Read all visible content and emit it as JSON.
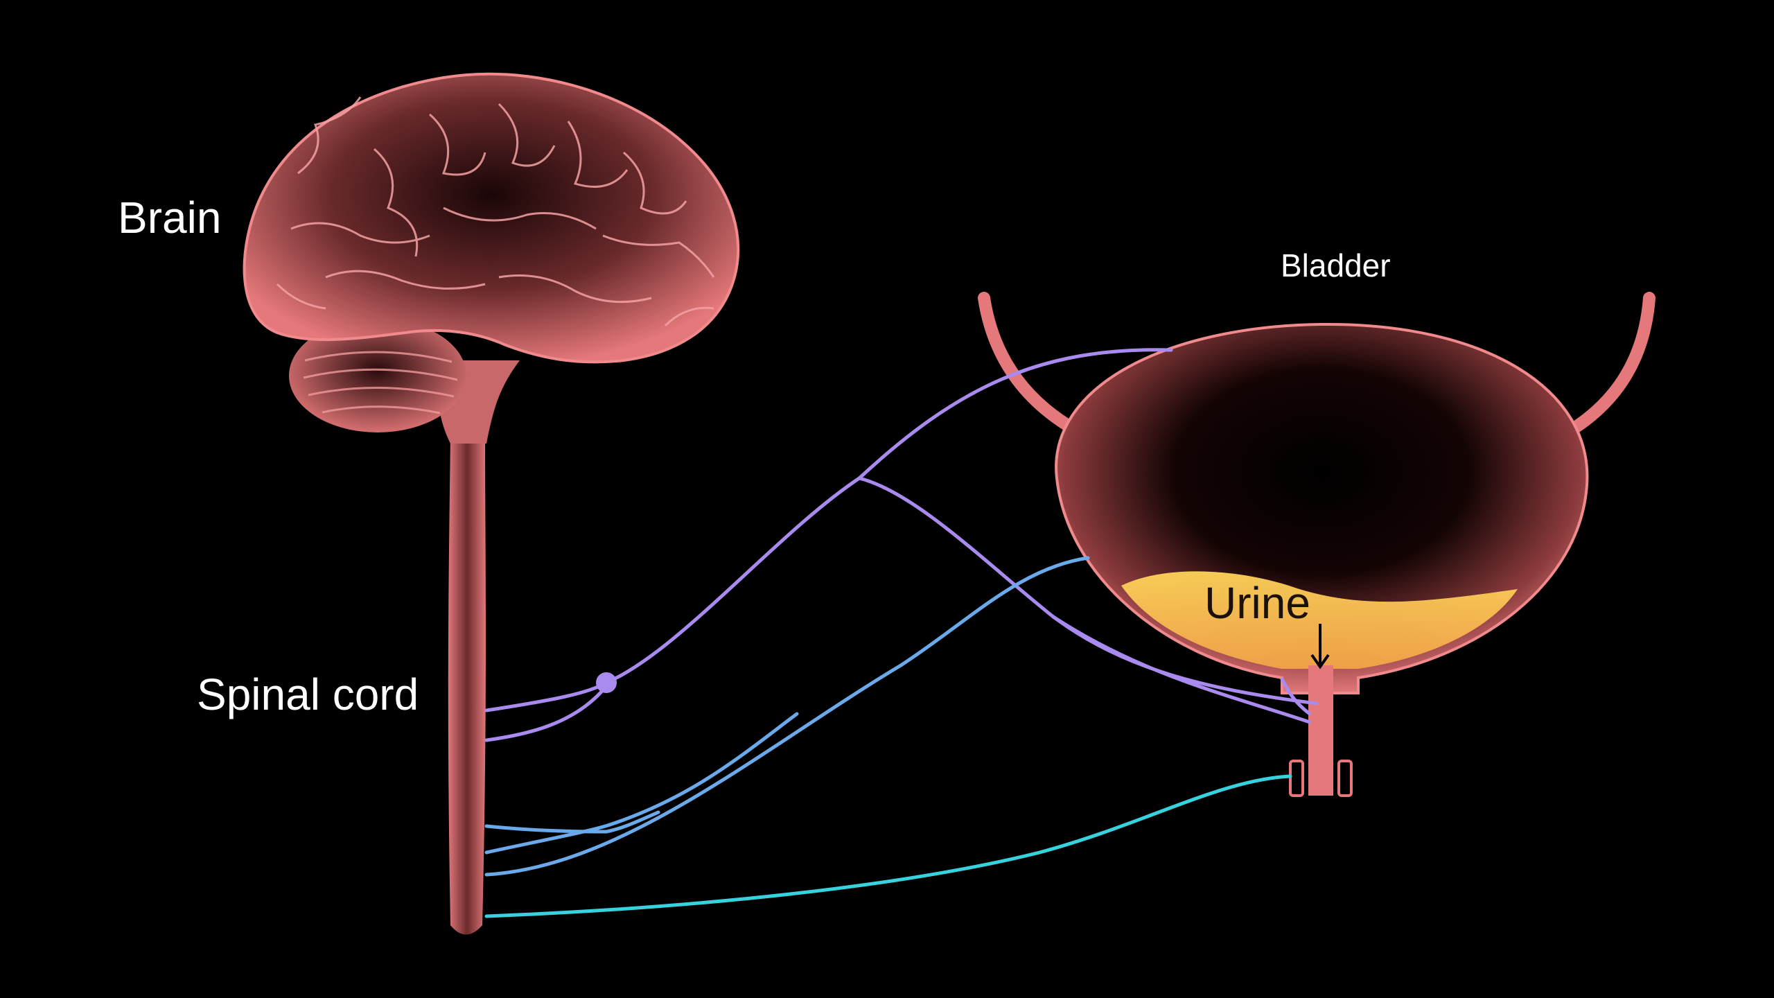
{
  "labels": {
    "brain": "Brain",
    "spinal_cord": "Spinal cord",
    "bladder": "Bladder",
    "urine": "Urine"
  },
  "colors": {
    "background": "#000000",
    "organ": "#e5787a",
    "urine": "#f7c24a",
    "nerve_purple": "#a98bf0",
    "nerve_blue": "#6aa9ea",
    "nerve_cyan": "#36d2dd"
  }
}
